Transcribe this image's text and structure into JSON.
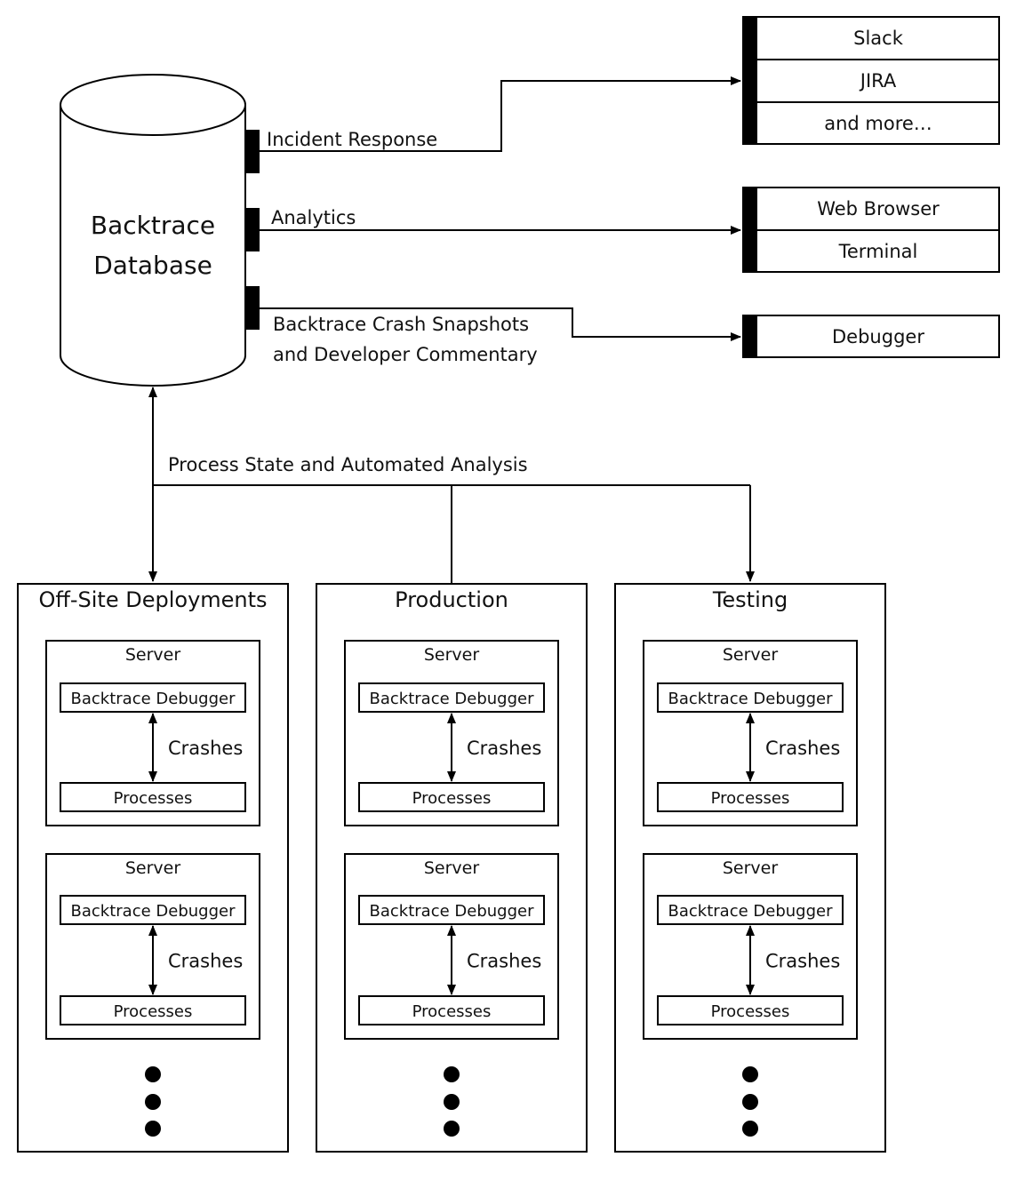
{
  "database": {
    "title_line1": "Backtrace",
    "title_line2": "Database"
  },
  "flows": {
    "incident_response": "Incident Response",
    "analytics": "Analytics",
    "snapshots_line1": "Backtrace Crash Snapshots",
    "snapshots_line2": "and Developer Commentary",
    "process_state": "Process State and Automated Analysis"
  },
  "outputs": {
    "incident": [
      "Slack",
      "JIRA",
      "and more…"
    ],
    "analytics": [
      "Web Browser",
      "Terminal"
    ],
    "snapshots": [
      "Debugger"
    ]
  },
  "environments": [
    {
      "title": "Off-Site Deployments",
      "servers": [
        {
          "title": "Server",
          "debugger": "Backtrace Debugger",
          "crashes": "Crashes",
          "processes": "Processes"
        },
        {
          "title": "Server",
          "debugger": "Backtrace Debugger",
          "crashes": "Crashes",
          "processes": "Processes"
        }
      ]
    },
    {
      "title": "Production",
      "servers": [
        {
          "title": "Server",
          "debugger": "Backtrace Debugger",
          "crashes": "Crashes",
          "processes": "Processes"
        },
        {
          "title": "Server",
          "debugger": "Backtrace Debugger",
          "crashes": "Crashes",
          "processes": "Processes"
        }
      ]
    },
    {
      "title": "Testing",
      "servers": [
        {
          "title": "Server",
          "debugger": "Backtrace Debugger",
          "crashes": "Crashes",
          "processes": "Processes"
        },
        {
          "title": "Server",
          "debugger": "Backtrace Debugger",
          "crashes": "Crashes",
          "processes": "Processes"
        }
      ]
    }
  ]
}
